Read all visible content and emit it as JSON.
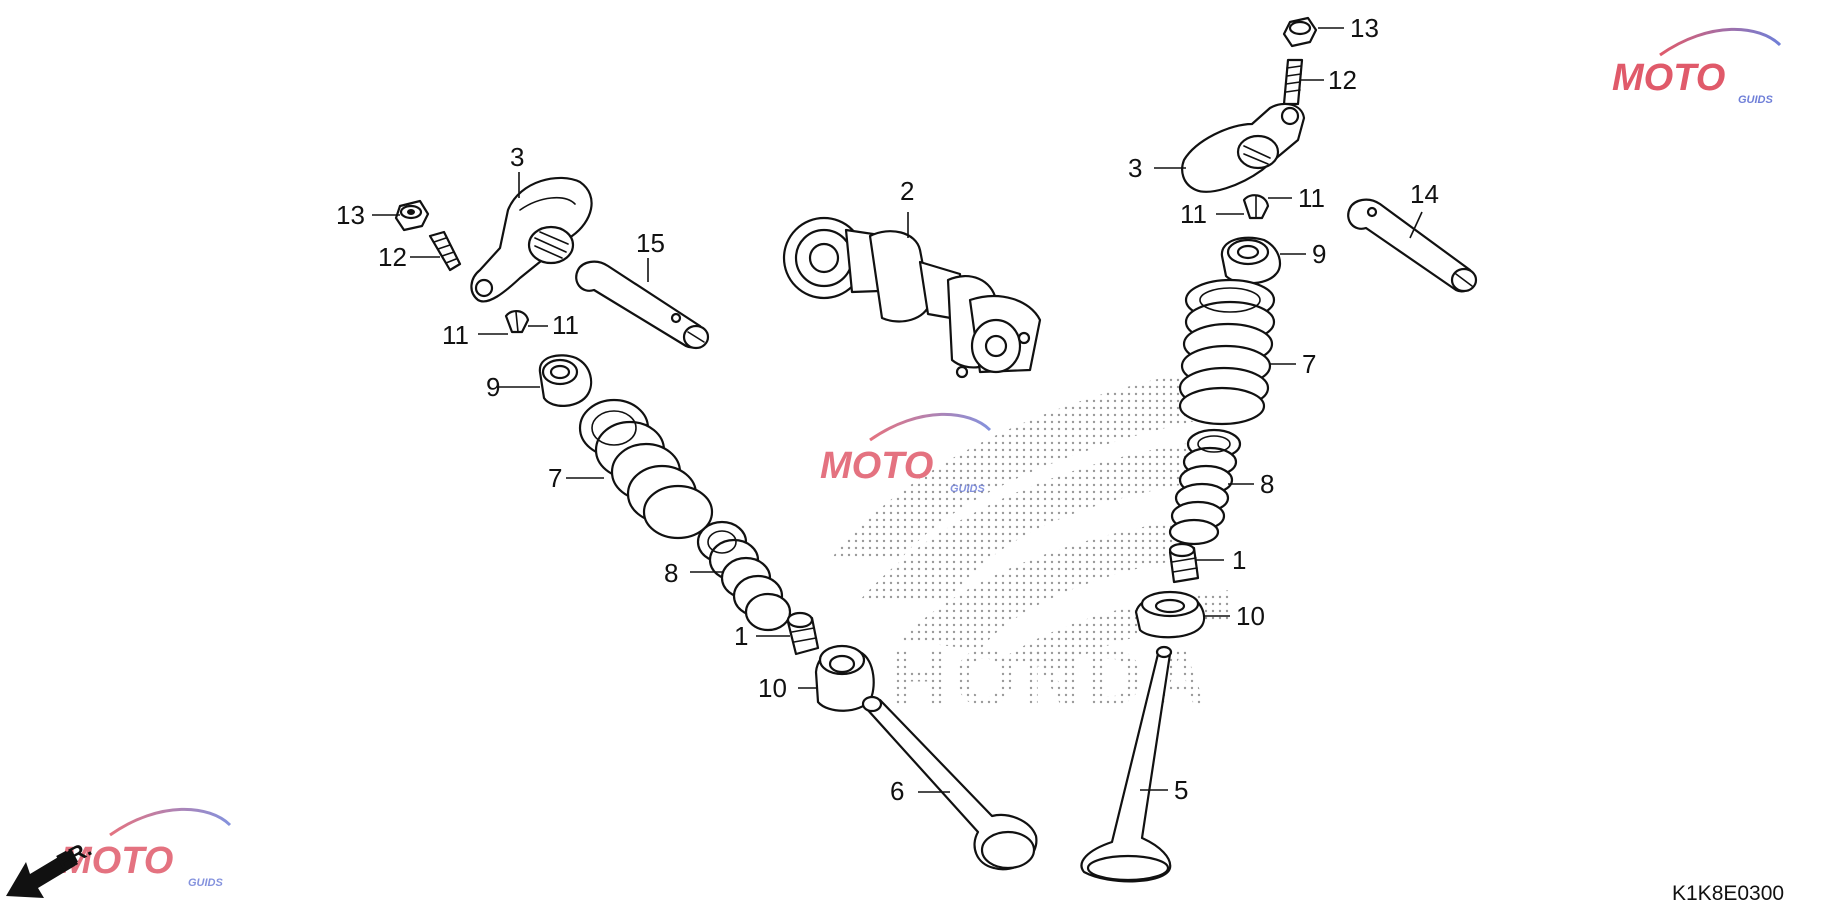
{
  "diagram": {
    "code": "K1K8E0300",
    "direction_label": "FR.",
    "brand_mark": "HONDA",
    "watermark": {
      "main": "MOTO",
      "sub": "GUIDS"
    },
    "colors": {
      "line": "#111111",
      "watermark_red": "#e05a6a",
      "watermark_blue": "#6f7fd8",
      "halftone": "#9a9a9a"
    },
    "callouts": [
      {
        "id": "c1a",
        "text": "1"
      },
      {
        "id": "c1b",
        "text": "1"
      },
      {
        "id": "c2",
        "text": "2"
      },
      {
        "id": "c3a",
        "text": "3"
      },
      {
        "id": "c3b",
        "text": "3"
      },
      {
        "id": "c5",
        "text": "5"
      },
      {
        "id": "c6",
        "text": "6"
      },
      {
        "id": "c7a",
        "text": "7"
      },
      {
        "id": "c7b",
        "text": "7"
      },
      {
        "id": "c8a",
        "text": "8"
      },
      {
        "id": "c8b",
        "text": "8"
      },
      {
        "id": "c9a",
        "text": "9"
      },
      {
        "id": "c9b",
        "text": "9"
      },
      {
        "id": "c10a",
        "text": "10"
      },
      {
        "id": "c10b",
        "text": "10"
      },
      {
        "id": "c11a",
        "text": "11"
      },
      {
        "id": "c11b",
        "text": "11"
      },
      {
        "id": "c11c",
        "text": "11"
      },
      {
        "id": "c11d",
        "text": "11"
      },
      {
        "id": "c12a",
        "text": "12"
      },
      {
        "id": "c12b",
        "text": "12"
      },
      {
        "id": "c13a",
        "text": "13"
      },
      {
        "id": "c13b",
        "text": "13"
      },
      {
        "id": "c14",
        "text": "14"
      },
      {
        "id": "c15",
        "text": "15"
      }
    ]
  }
}
